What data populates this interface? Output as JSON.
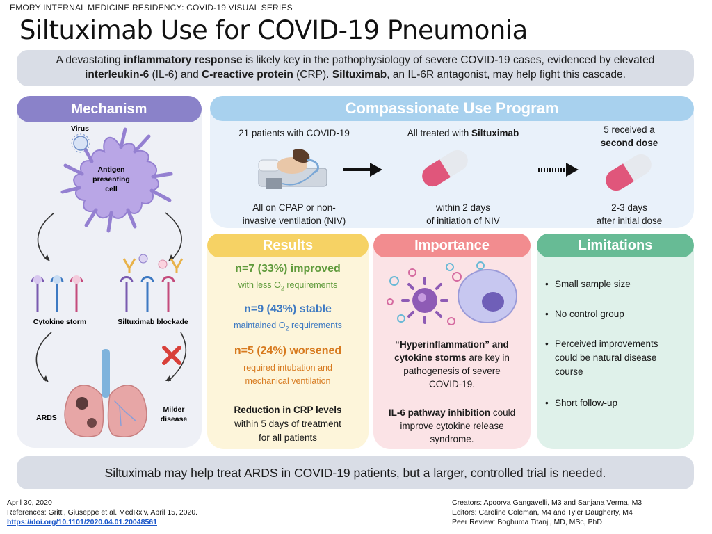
{
  "series": "EMORY INTERNAL MEDICINE RESIDENCY: COVID-19 VISUAL SERIES",
  "title": "Siltuximab Use for COVID-19 Pneumonia",
  "intro": {
    "p1": "A devastating ",
    "b1": "inflammatory response",
    "p2": " is likely key in the pathophysiology of severe COVID-19 cases, evidenced by elevated ",
    "b2": "interleukin-6",
    "p3": " (IL-6) and ",
    "b3": "C-reactive protein",
    "p4": " (CRP). ",
    "b4": "Siltuximab",
    "p5": ", an IL-6R antagonist, may help fight this cascade."
  },
  "mechanism": {
    "title": "Mechanism",
    "virus": "Virus",
    "apc": [
      "Antigen",
      "presenting",
      "cell"
    ],
    "cytokine_storm": "Cytokine storm",
    "blockade": "Siltuximab blockade",
    "ards": "ARDS",
    "milder": [
      "Milder",
      "disease"
    ]
  },
  "program": {
    "title": "Compassionate Use Program",
    "step1_top": "21 patients with COVID-19",
    "step1_bottom": [
      "All on CPAP or non-",
      "invasive ventilation (NIV)"
    ],
    "step2_top_pre": "All treated with ",
    "step2_top_bold": "Siltuximab",
    "step2_bottom": [
      "within 2 days",
      "of initiation of NIV"
    ],
    "step3_top_pre": "5 received a",
    "step3_top_bold": "second dose",
    "step3_bottom": [
      "2-3 days",
      "after initial dose"
    ]
  },
  "results": {
    "title": "Results",
    "improved": "n=7 (33%) improved",
    "improved_sub_pre": "with less O",
    "improved_sub_sub": "2",
    "improved_sub_post": " requirements",
    "stable": "n=9 (43%) stable",
    "stable_sub_pre": "maintained O",
    "stable_sub_sub": "2",
    "stable_sub_post": " requirements",
    "worsened": "n=5 (24%) worsened",
    "worsened_sub": [
      "required intubation and",
      "mechanical ventilation"
    ],
    "crp_bold": "Reduction in CRP levels",
    "crp_rest": [
      "within 5 days of treatment",
      "for all patients"
    ]
  },
  "importance": {
    "title": "Importance",
    "line1_bold": "“Hyperinflammation” and",
    "line2_bold": "cytokine storms",
    "line2_rest": " are key in",
    "line3": "pathogenesis of severe",
    "line4": "COVID-19.",
    "line5_bold": "IL-6 pathway inhibition",
    "line5_rest": " could",
    "line6": "improve cytokine release",
    "line7": "syndrome."
  },
  "limitations": {
    "title": "Limitations",
    "items": [
      [
        "Small sample size"
      ],
      [
        "No control group"
      ],
      [
        "Perceived improvements",
        "could be natural disease",
        "course"
      ],
      [
        "Short follow-up"
      ]
    ]
  },
  "conclusion": "Siltuximab may help treat ARDS in COVID-19 patients, but a larger, controlled trial is needed.",
  "footer": {
    "date": "April 30, 2020",
    "references": "References: Gritti, Giuseppe et al. MedRxiv, April 15, 2020.",
    "doi": "https://doi.org/10.1101/2020.04.01.20048561",
    "creators": "Creators:  Apoorva Gangavelli, M3 and Sanjana Verma, M3",
    "editors": "Editors: Caroline Coleman, M4 and Tyler Daugherty, M4",
    "peer": "Peer Review: Boghuma Titanji, MD, MSc, PhD"
  },
  "colors": {
    "mechanism": "#8a82c9",
    "program": "#a8d1ee",
    "results": "#f6d264",
    "importance": "#f28c8f",
    "limitations": "#67bb95",
    "improved": "#5f9a3b",
    "stable": "#3d79c2",
    "worsened": "#d77a1f"
  }
}
